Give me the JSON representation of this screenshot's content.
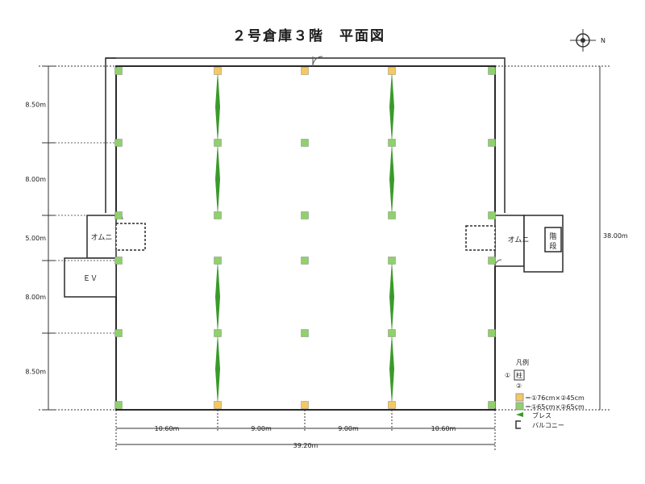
{
  "title": "２号倉庫３階　平面図",
  "compass": {
    "north_label": "N"
  },
  "rooms": {
    "ev": "ＥＶ",
    "omuni_left": "オムニ",
    "omuni_right": "オムニ",
    "stairs_1": "階",
    "stairs_2": "段"
  },
  "dimensions": {
    "left": [
      "8.50m",
      "8.00m",
      "5.00m",
      "8.00m",
      "8.50m"
    ],
    "right_total": "38.00m",
    "bottom": [
      "10.60m",
      "9.00m",
      "9.00m",
      "10.60m"
    ],
    "bottom_total": "39.20m"
  },
  "legend": {
    "title": "凡例",
    "pillar_label_1": "①",
    "pillar_char": "柱",
    "pillar_label_2": "②",
    "items": [
      {
        "label": "＝①76cm×②45cm",
        "color": "#f6c85f"
      },
      {
        "label": "＝①65cm×②65cm",
        "color": "#8fd16a"
      },
      {
        "label": "ブレス",
        "color": "#3a9a2a"
      },
      {
        "label": "バルコニー",
        "color": "#333333"
      }
    ]
  },
  "colors": {
    "column_yellow": "#f6c85f",
    "column_green": "#8fd16a",
    "brace": "#3a9a2a",
    "wall": "#2a2a2a"
  }
}
